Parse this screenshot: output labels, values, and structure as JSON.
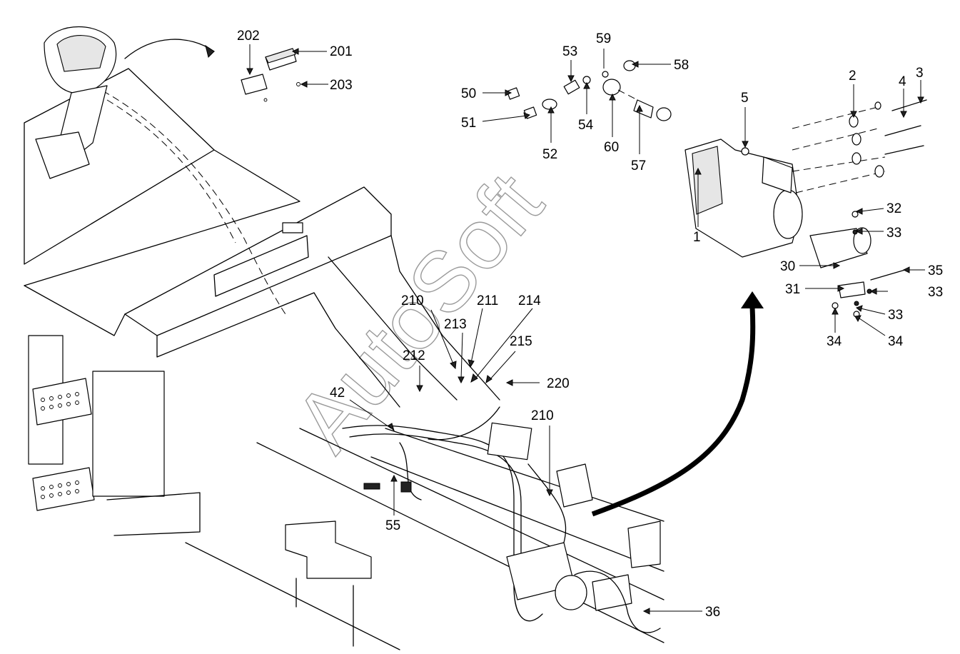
{
  "watermark": "AutoSoft",
  "callouts": [
    {
      "id": "c202",
      "label": "202"
    },
    {
      "id": "c201",
      "label": "201"
    },
    {
      "id": "c203",
      "label": "203"
    },
    {
      "id": "c59",
      "label": "59"
    },
    {
      "id": "c53",
      "label": "53"
    },
    {
      "id": "c58",
      "label": "58"
    },
    {
      "id": "c50",
      "label": "50"
    },
    {
      "id": "c51",
      "label": "51"
    },
    {
      "id": "c52",
      "label": "52"
    },
    {
      "id": "c54",
      "label": "54"
    },
    {
      "id": "c60",
      "label": "60"
    },
    {
      "id": "c57",
      "label": "57"
    },
    {
      "id": "c2",
      "label": "2"
    },
    {
      "id": "c4",
      "label": "4"
    },
    {
      "id": "c3",
      "label": "3"
    },
    {
      "id": "c5",
      "label": "5"
    },
    {
      "id": "c1",
      "label": "1"
    },
    {
      "id": "c32",
      "label": "32"
    },
    {
      "id": "c33a",
      "label": "33"
    },
    {
      "id": "c30",
      "label": "30"
    },
    {
      "id": "c35",
      "label": "35"
    },
    {
      "id": "c31",
      "label": "31"
    },
    {
      "id": "c33b",
      "label": "33"
    },
    {
      "id": "c33c",
      "label": "33"
    },
    {
      "id": "c34a",
      "label": "34"
    },
    {
      "id": "c34b",
      "label": "34"
    },
    {
      "id": "c210a",
      "label": "210"
    },
    {
      "id": "c211",
      "label": "211"
    },
    {
      "id": "c214",
      "label": "214"
    },
    {
      "id": "c213",
      "label": "213"
    },
    {
      "id": "c215",
      "label": "215"
    },
    {
      "id": "c212",
      "label": "212"
    },
    {
      "id": "c220",
      "label": "220"
    },
    {
      "id": "c42",
      "label": "42"
    },
    {
      "id": "c210b",
      "label": "210"
    },
    {
      "id": "c55",
      "label": "55"
    },
    {
      "id": "c36",
      "label": "36"
    }
  ]
}
